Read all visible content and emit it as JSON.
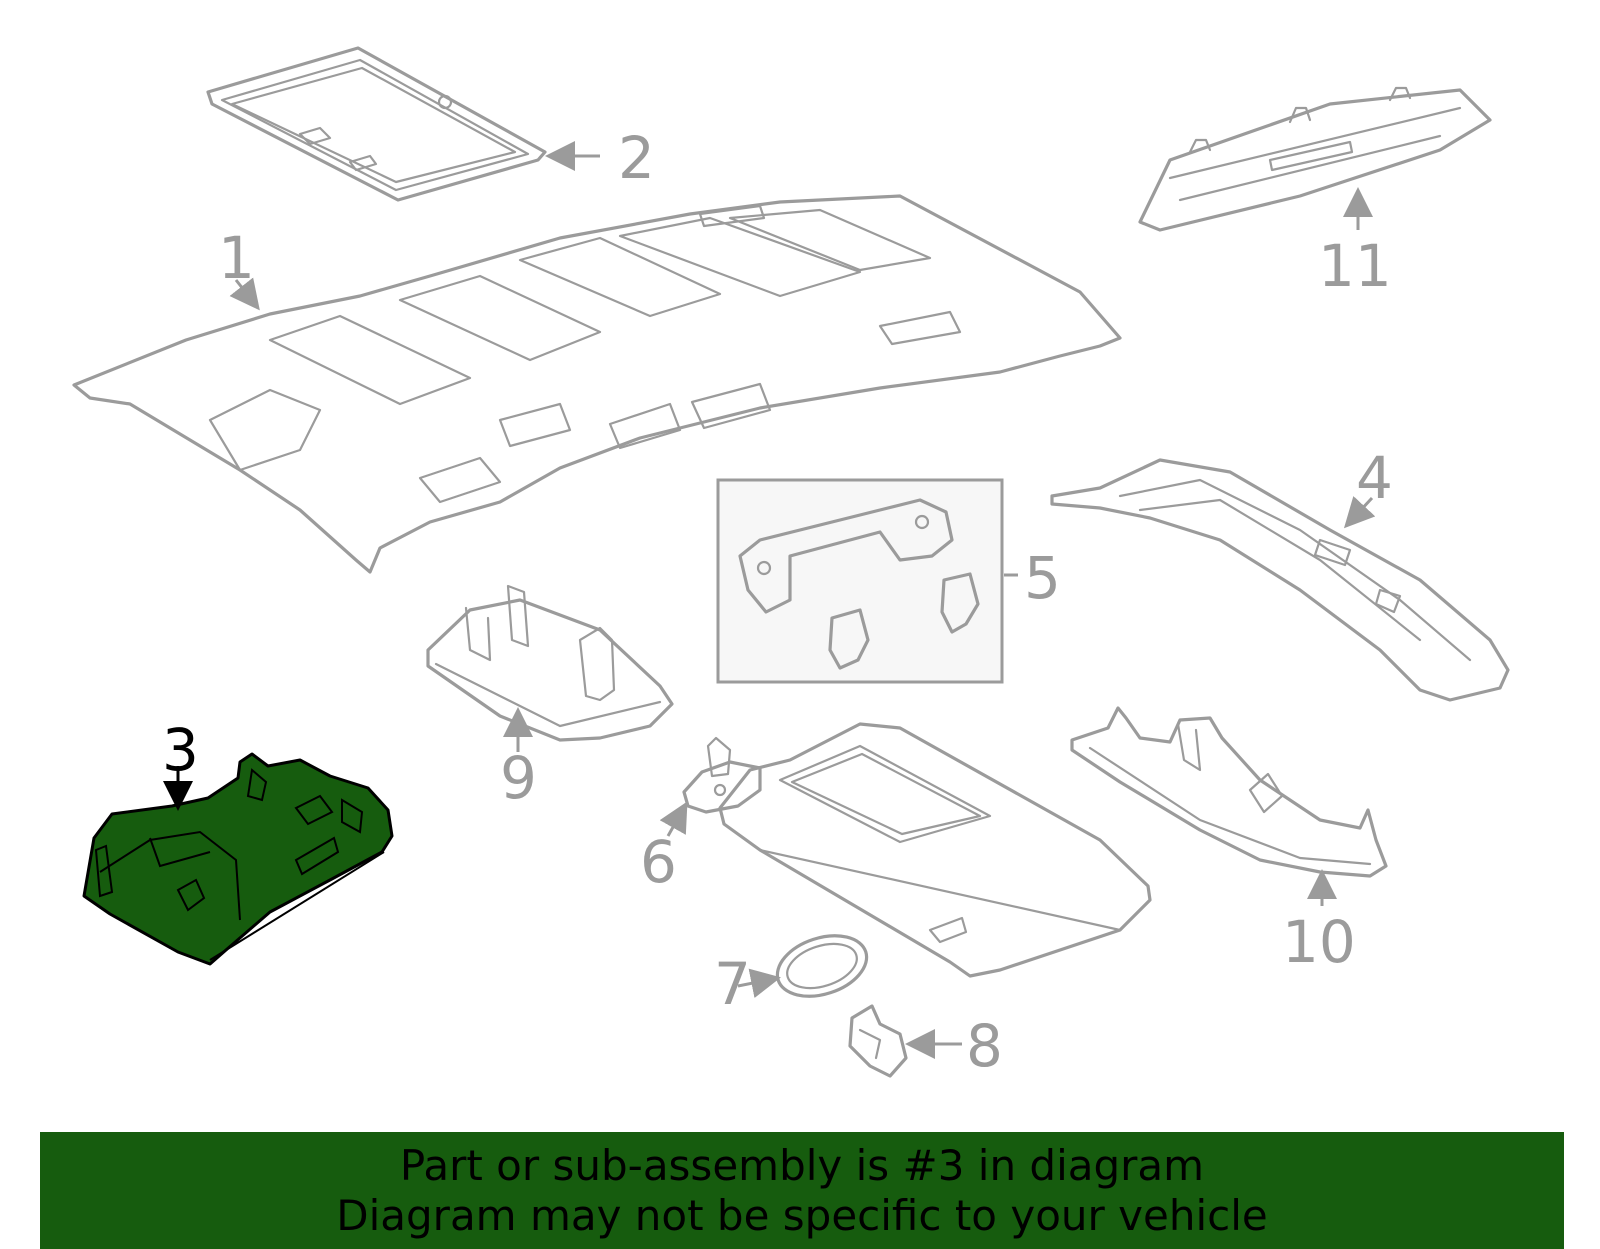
{
  "colors": {
    "highlight": "#165c0e",
    "part_stroke": "#9b9b9b",
    "callout_text": "#9b9b9b",
    "selected_callout_text": "#000000",
    "banner_bg": "#165c0e",
    "banner_text": "#000000",
    "inset_bg": "#f7f7f7"
  },
  "callouts": {
    "c1": "1",
    "c2": "2",
    "c3": "3",
    "c4": "4",
    "c5": "5",
    "c6": "6",
    "c7": "7",
    "c8": "8",
    "c9": "9",
    "c10": "10",
    "c11": "11"
  },
  "selected_part": "3",
  "banner": {
    "line1": "Part or sub-assembly is #3 in diagram",
    "line2": "Diagram may not be specific to your vehicle"
  }
}
